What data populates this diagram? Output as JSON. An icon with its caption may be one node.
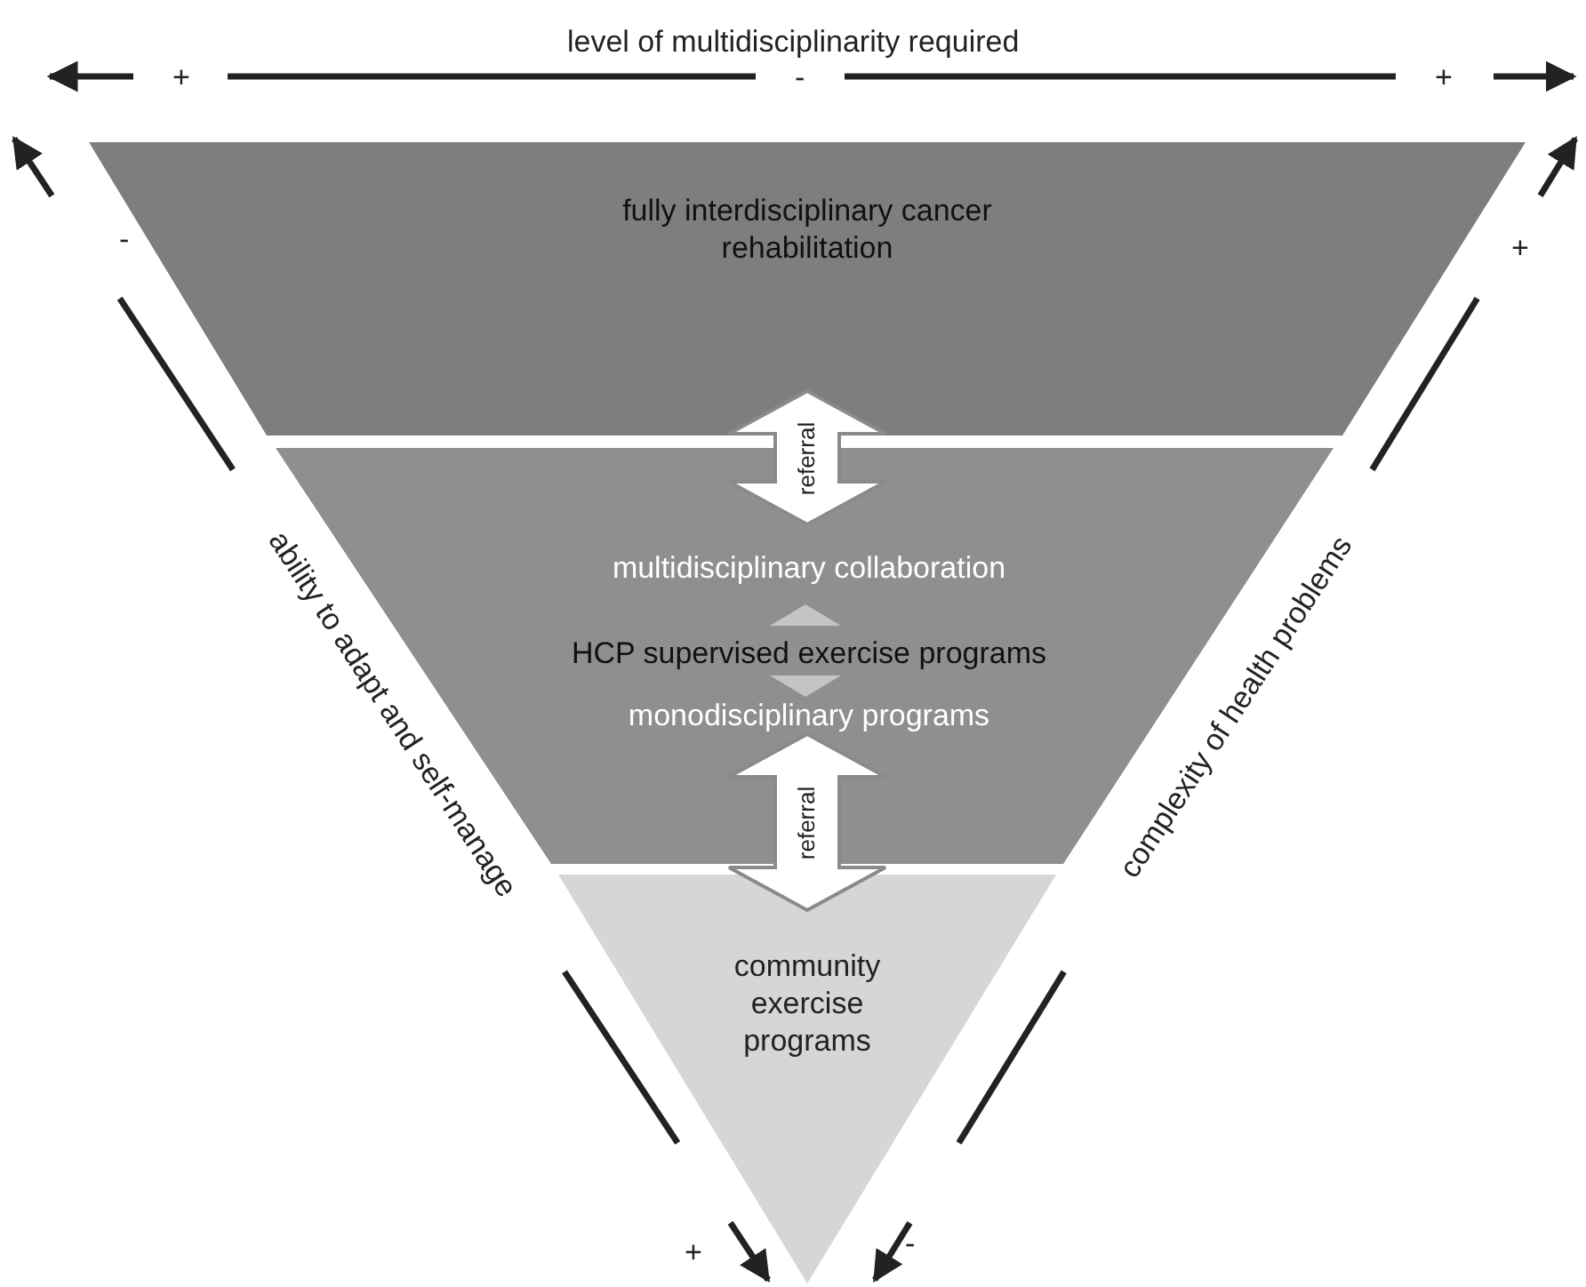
{
  "diagram": {
    "nodes": [
      {
        "text": [
          "fully interdisciplinary cancer rehabilitation"
        ]
      },
      {
        "text": [
          "multidisciplinary collaboration",
          "HCP supervised exercise programs",
          "monodisciplinary programs"
        ]
      },
      {
        "text": [
          "community exercise programs"
        ]
      }
    ],
    "edges": [
      {
        "from": 0,
        "to": 1,
        "arrow": "both",
        "label": "referral"
      },
      {
        "from": 1,
        "to": 2,
        "arrow": "both",
        "label": "referral"
      }
    ],
    "labels": [
      "level of multidisciplinarity required",
      "+",
      "-",
      "+",
      "-",
      "ability to adapt and self-manage",
      "+",
      "+",
      "complexity of health problems",
      "-"
    ]
  }
}
